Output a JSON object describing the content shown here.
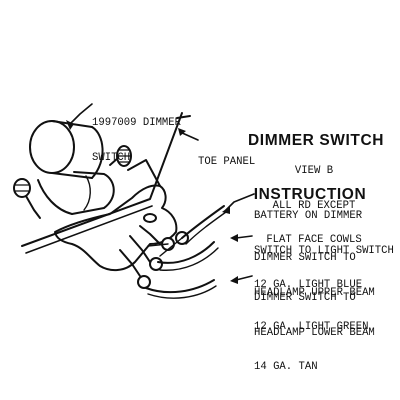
{
  "title": {
    "line1": "DIMMER SWITCH",
    "line2": "INSTRUCTION"
  },
  "view": {
    "heading": "VIEW B",
    "line1": "ALL RD EXCEPT",
    "line2": "FLAT FACE COWLS"
  },
  "callouts": {
    "dimmer_switch": {
      "line1": "1997009 DIMMER",
      "line2": "SWITCH"
    },
    "toe_panel": {
      "line1": "TOE PANEL"
    },
    "wire_blue": {
      "line1": "BATTERY ON DIMMER",
      "line2": "SWITCH TO LIGHT SWITCH",
      "line3": "12 GA. LIGHT BLUE"
    },
    "wire_green": {
      "line1": "DIMMER SWITCH TO",
      "line2": "HEADLAMP UPPER BEAM",
      "line3": "12 GA. LIGHT GREEN"
    },
    "wire_tan": {
      "line1": "DIMMER SWITCH TO",
      "line2": "HEADLAMP LOWER BEAM",
      "line3": "14 GA. TAN"
    }
  },
  "colors": {
    "ink": "#111111",
    "paper": "#ffffff"
  }
}
